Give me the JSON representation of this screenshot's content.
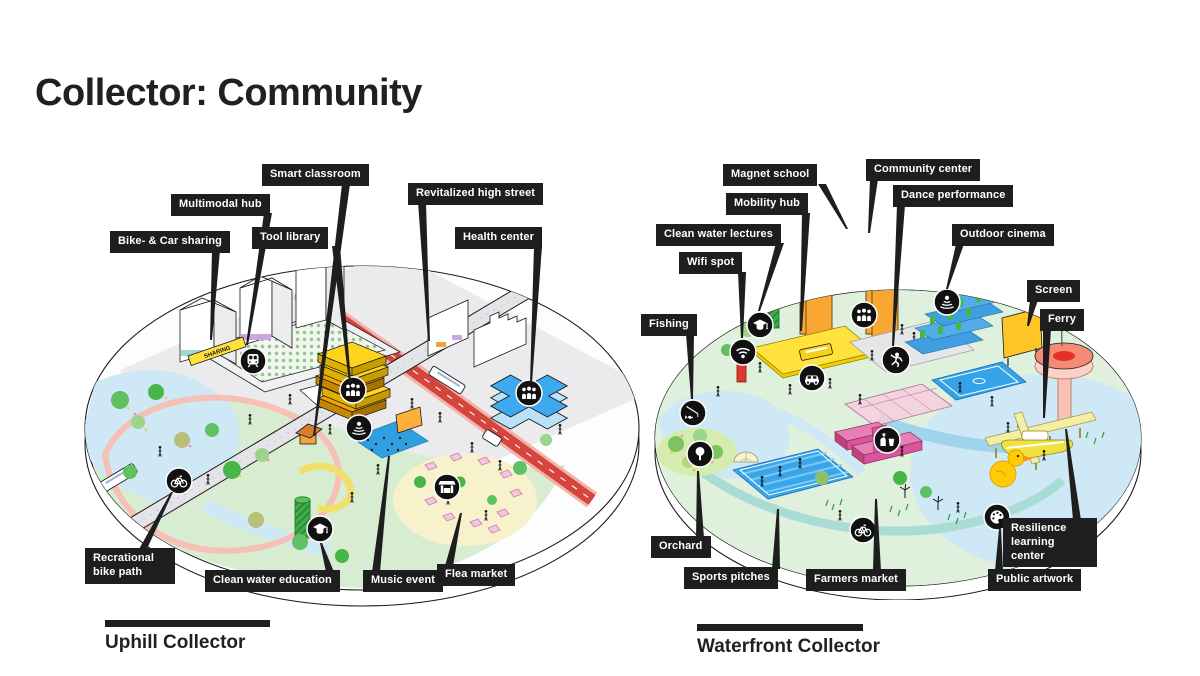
{
  "title": "Collector: Community",
  "uphill": {
    "caption": "Uphill Collector",
    "sharing_sign": "SHARING",
    "labels": {
      "bike_car_sharing": "Bike- & Car sharing",
      "multimodal_hub": "Multimodal hub",
      "tool_library": "Tool library",
      "smart_classroom": "Smart classroom",
      "revitalized_high_street": "Revitalized high street",
      "health_center": "Health center",
      "recreational_bike_path": "Recrational bike path",
      "clean_water_education": "Clean water education",
      "music_event": "Music event",
      "flea_market": "Flea market"
    },
    "badge_icons": [
      "train",
      "people",
      "sound",
      "people",
      "market-stall",
      "bicycle",
      "graduation-cap"
    ]
  },
  "waterfront": {
    "caption": "Waterfront Collector",
    "labels": {
      "magnet_school": "Magnet school",
      "community_center": "Community center",
      "mobility_hub": "Mobility hub",
      "dance_performance": "Dance performance",
      "clean_water_lectures": "Clean water lectures",
      "wifi_spot": "Wifi spot",
      "outdoor_cinema": "Outdoor cinema",
      "fishing": "Fishing",
      "screen": "Screen",
      "ferry": "Ferry",
      "orchard": "Orchard",
      "sports_pitches": "Sports pitches",
      "farmers_market": "Farmers market",
      "resilience_learning_center": "Resilience learning center",
      "public_artwork": "Public artwork"
    },
    "badge_icons": [
      "graduation-cap",
      "wifi",
      "fishing",
      "tree",
      "car",
      "people",
      "dancer",
      "sound",
      "food-drink",
      "bicycle",
      "palette"
    ]
  },
  "colors": {
    "label_bg": "#1e1e1e",
    "label_text": "#ffffff",
    "title_text": "#231f20",
    "accent_orange": "#f8a832",
    "accent_yellow": "#ffd41f",
    "accent_blue": "#3fa9f0",
    "accent_pink": "#f6c6dc",
    "accent_magenta": "#d8559b",
    "accent_green": "#3fae49",
    "water": "#cfe8f6",
    "park_green": "#d8ecd2",
    "road_red": "#d6453d",
    "duck_yellow": "#ffcb05",
    "tower_salmon": "#f58a76"
  }
}
